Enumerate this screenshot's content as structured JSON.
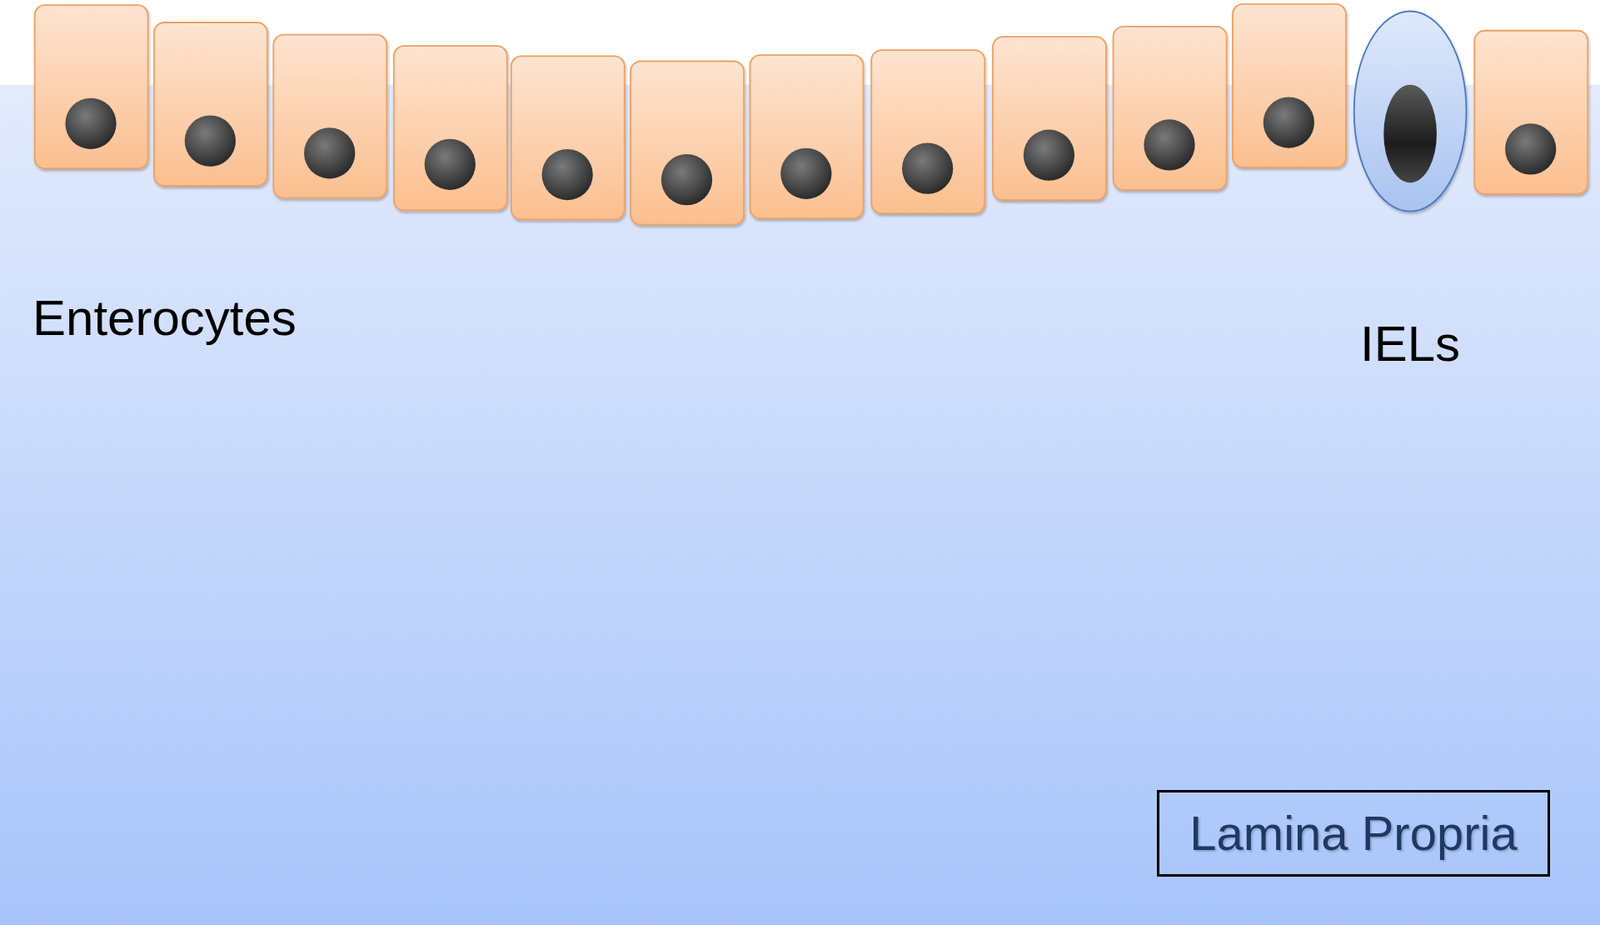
{
  "diagram": {
    "nodes": [
      {
        "text": [
          "Lamina Propria"
        ]
      }
    ],
    "labels": [
      "Enterocytes",
      "IELs"
    ]
  }
}
